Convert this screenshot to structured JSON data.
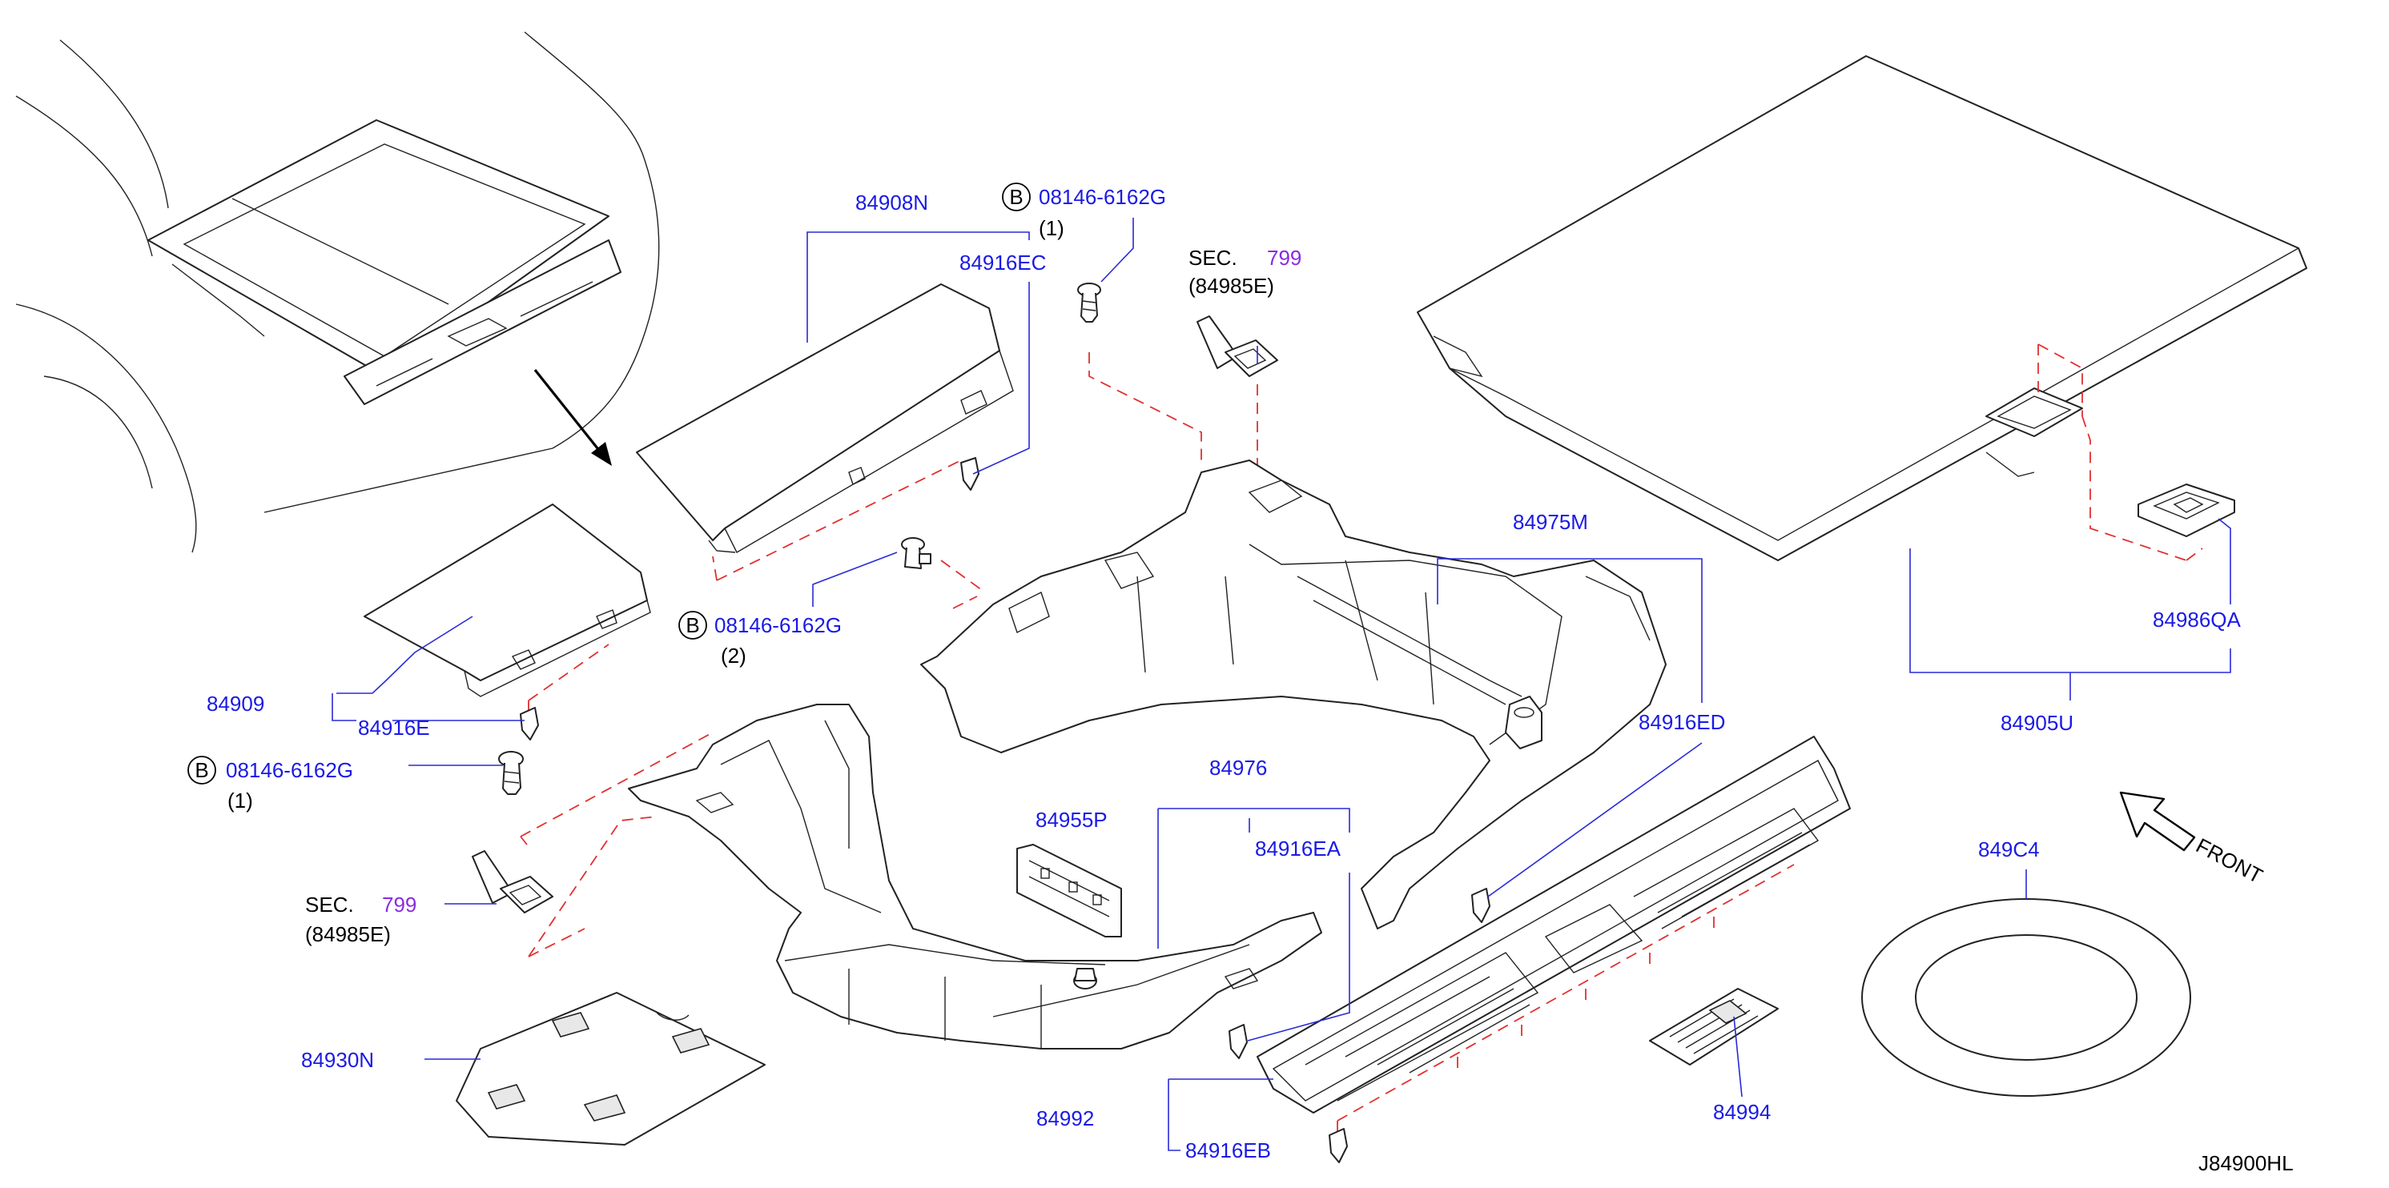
{
  "colors": {
    "label_blue": "#1a1ae6",
    "section_purple": "#8a2be2",
    "leader_blue": "#2a2ad9",
    "dashed_red": "#e23030",
    "outline": "#222222"
  },
  "parts": {
    "p84908N": "84908N",
    "p84916EC": "84916EC",
    "bolt_top_code": "08146-6162G",
    "bolt_top_qty": "(1)",
    "bolt_mid_code": "08146-6162G",
    "bolt_mid_qty": "(2)",
    "bolt_left_code": "08146-6162G",
    "bolt_left_qty": "(1)",
    "bolt_badge": "B",
    "sec_top_label": "SEC.",
    "sec_top_num": "799",
    "sec_top_ref": "(84985E)",
    "sec_left_label": "SEC.",
    "sec_left_num": "799",
    "sec_left_ref": "(84985E)",
    "p84909": "84909",
    "p84916E": "84916E",
    "p84930N": "84930N",
    "p84975M": "84975M",
    "p84916ED": "84916ED",
    "p84976": "84976",
    "p84955P": "84955P",
    "p84916EA": "84916EA",
    "p84992": "84992",
    "p84916EB": "84916EB",
    "p84994": "84994",
    "p84986QA": "84986QA",
    "p84905U": "84905U",
    "p849C4": "849C4",
    "front": "FRONT"
  },
  "drawing_id": "J84900HL"
}
